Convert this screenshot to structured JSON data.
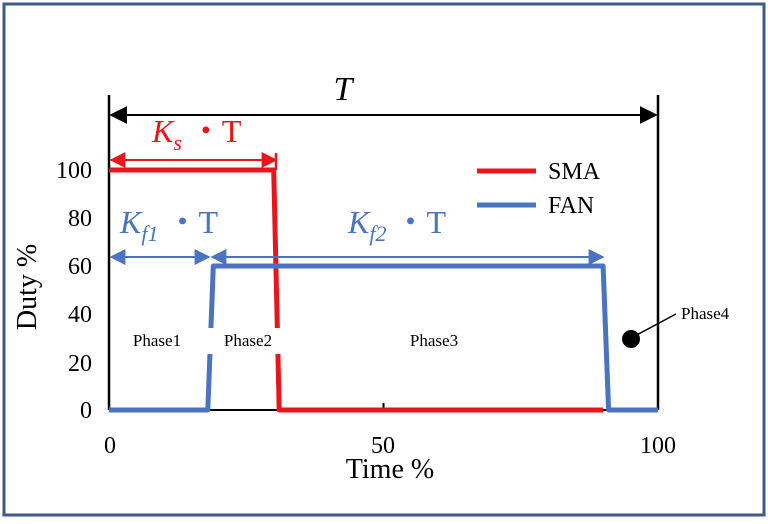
{
  "colors": {
    "frame": "#3c5a8a",
    "sma": "#e8161b",
    "fan": "#4a74c2",
    "axis": "#000000"
  },
  "chart_data": {
    "type": "line",
    "xlabel": "Time %",
    "ylabel": "Duty %",
    "xlim": [
      0,
      100
    ],
    "ylim": [
      0,
      100
    ],
    "x_ticks": [
      "0",
      "50",
      "100"
    ],
    "y_ticks": [
      "0",
      "20",
      "40",
      "60",
      "80",
      "100"
    ],
    "grid": false,
    "legend": "top-right",
    "series": [
      {
        "name": "SMA",
        "color": "#e8161b",
        "points": [
          [
            0,
            100
          ],
          [
            30,
            100
          ],
          [
            31,
            0
          ],
          [
            90,
            0
          ]
        ]
      },
      {
        "name": "FAN",
        "color": "#4a74c2",
        "points": [
          [
            0,
            0
          ],
          [
            18,
            0
          ],
          [
            19,
            60
          ],
          [
            90,
            60
          ],
          [
            91,
            0
          ],
          [
            100,
            0
          ]
        ]
      }
    ],
    "phases": [
      "Phase1",
      "Phase2",
      "Phase3",
      "Phase4"
    ],
    "annotations": {
      "T": {
        "label": "T"
      },
      "Ks": {
        "base": "K",
        "sub": "s",
        "suffix": "・T"
      },
      "Kf1": {
        "base": "K",
        "sub": "f1",
        "suffix": "・T"
      },
      "Kf2": {
        "base": "K",
        "sub": "f2",
        "suffix": "・T"
      }
    }
  }
}
